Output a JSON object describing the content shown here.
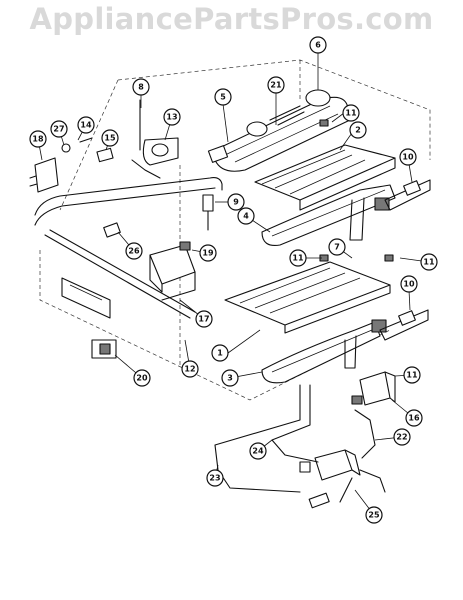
{
  "watermark": "AppliancePartsPros.com",
  "callouts": [
    "1",
    "2",
    "3",
    "4",
    "5",
    "6",
    "7",
    "8",
    "9",
    "10",
    "11",
    "12",
    "13",
    "14",
    "15",
    "16",
    "17",
    "18",
    "19",
    "20",
    "21",
    "22",
    "23",
    "24",
    "25",
    "26",
    "27"
  ]
}
